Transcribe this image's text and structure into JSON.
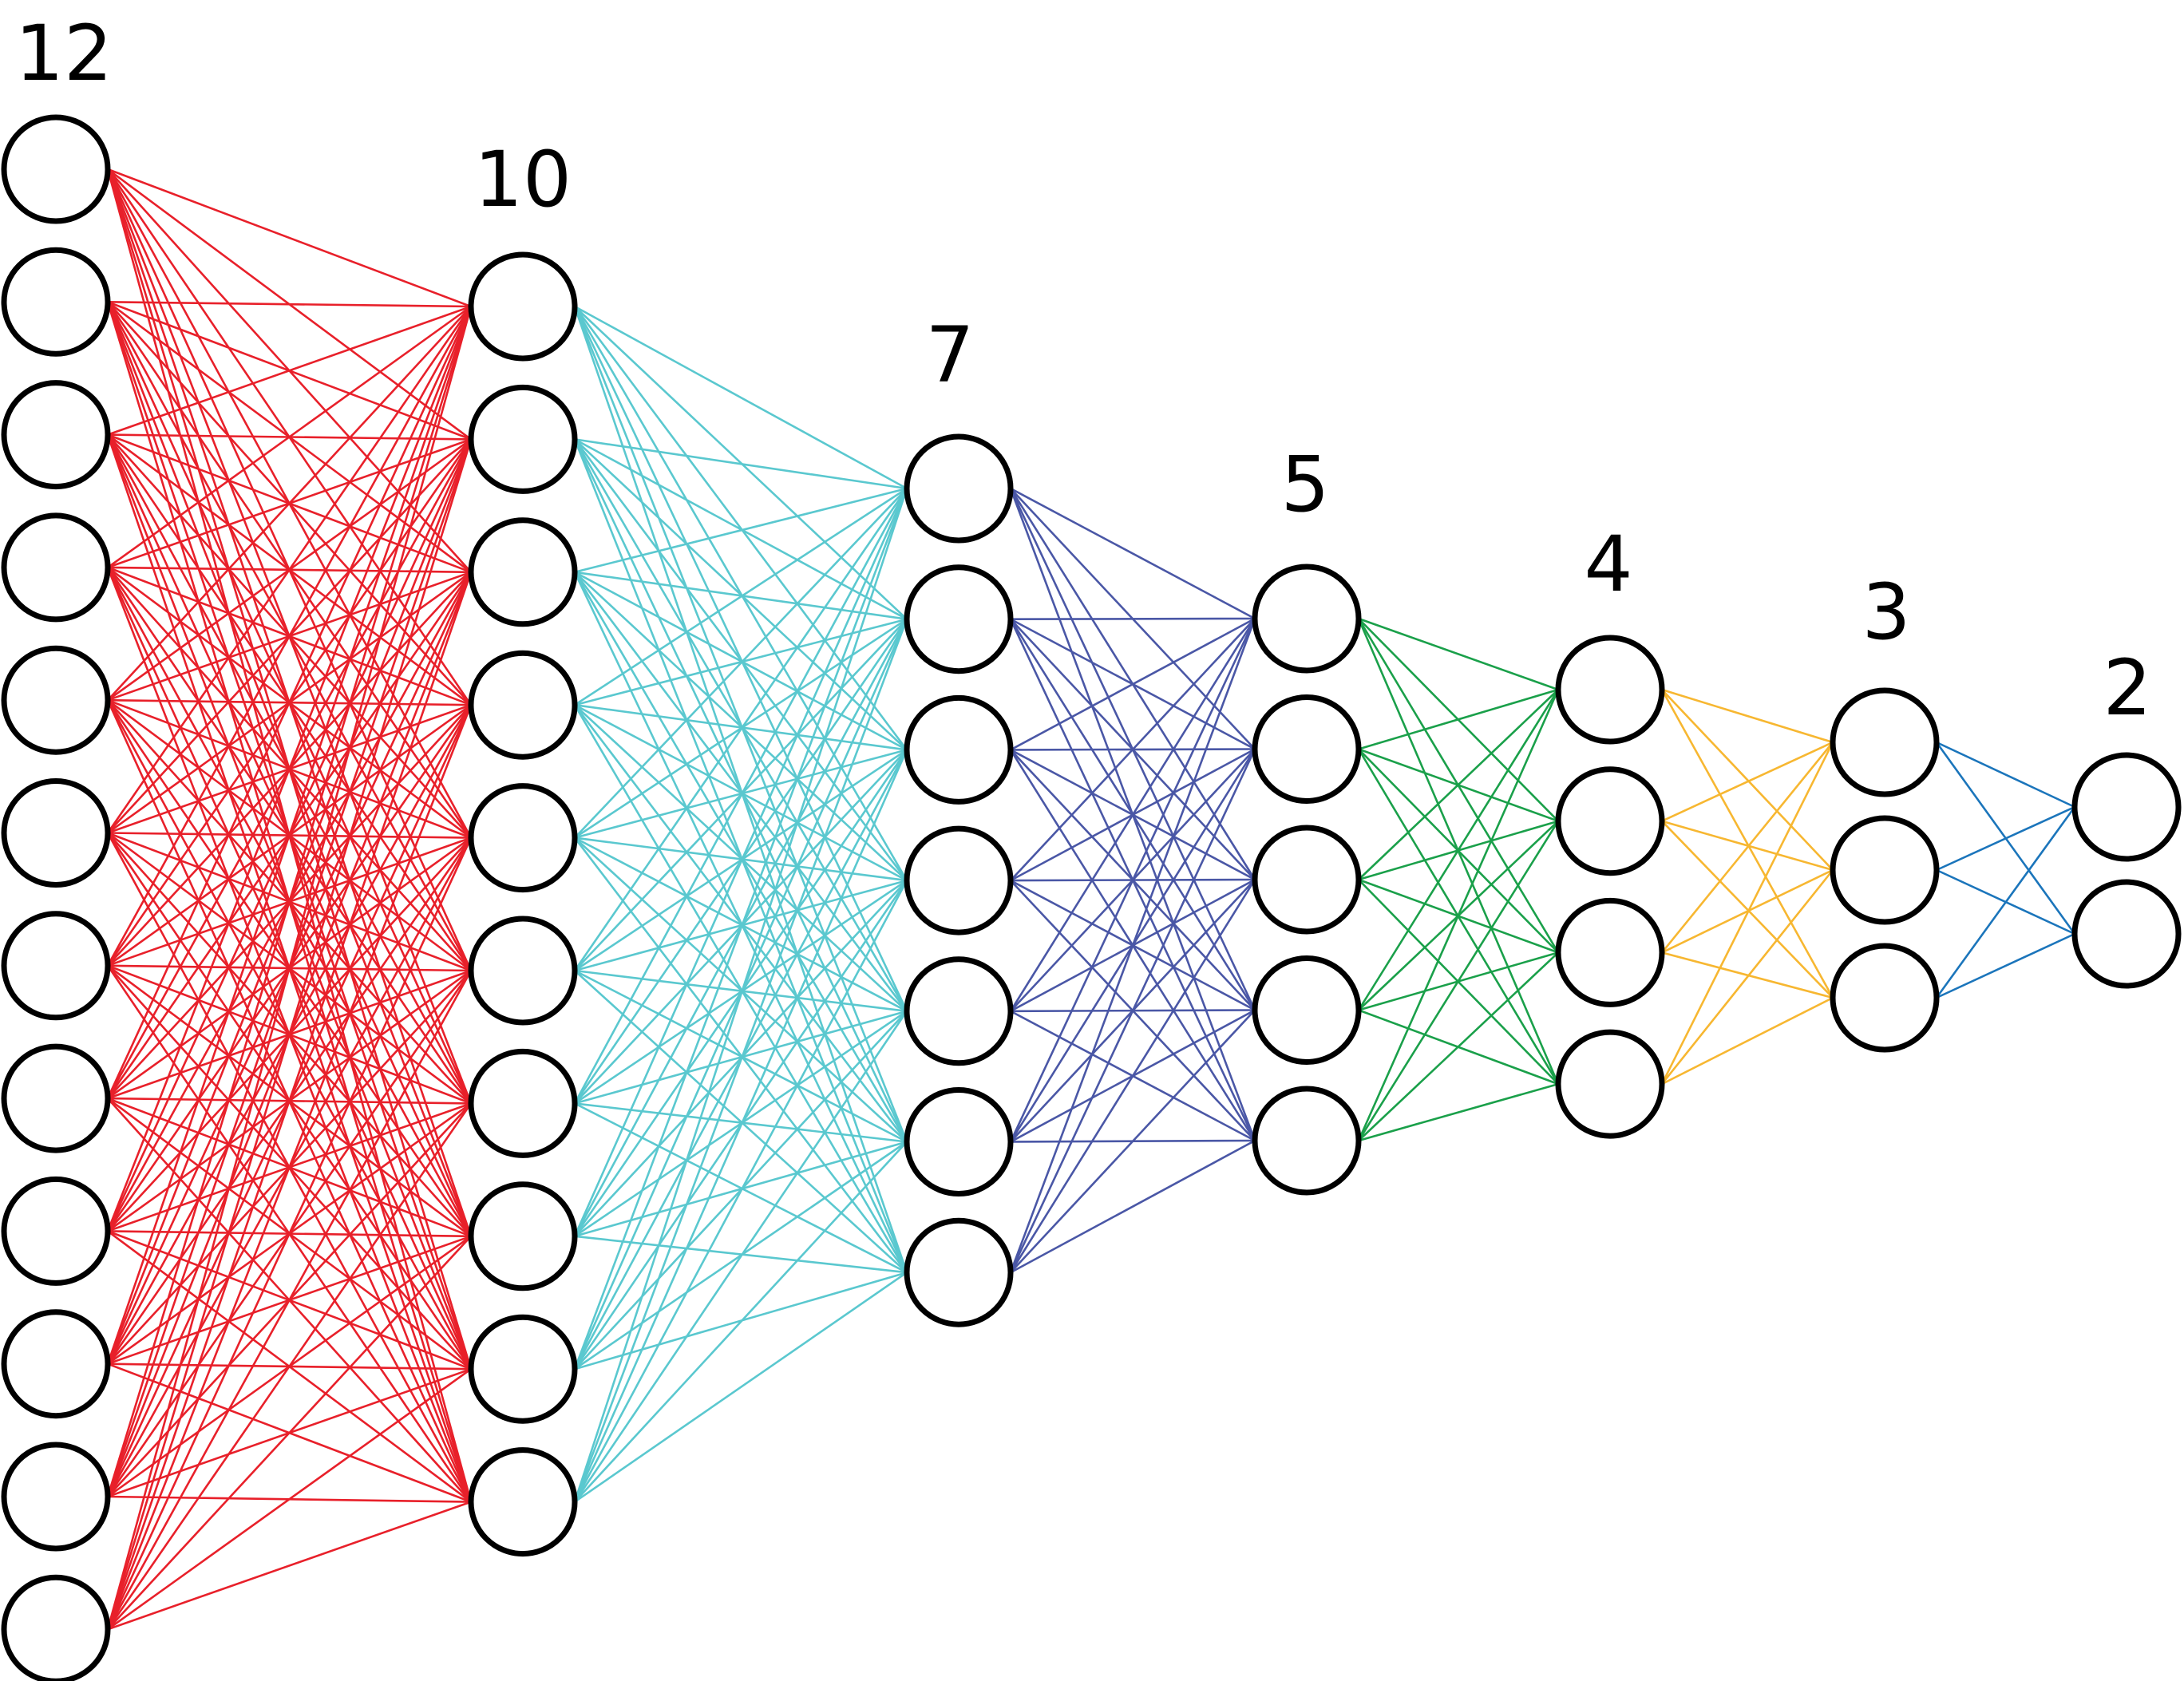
{
  "diagram": {
    "layers": [
      {
        "label": "12",
        "size": 12,
        "edge_color": "#e8202a"
      },
      {
        "label": "10",
        "size": 10,
        "edge_color": "#5ac8cf"
      },
      {
        "label": "7",
        "size": 7,
        "edge_color": "#4a57a6"
      },
      {
        "label": "5",
        "size": 5,
        "edge_color": "#1aa04a"
      },
      {
        "label": "4",
        "size": 4,
        "edge_color": "#f7b731"
      },
      {
        "label": "3",
        "size": 3,
        "edge_color": "#1b75bb"
      },
      {
        "label": "2",
        "size": 2,
        "edge_color": null
      }
    ]
  }
}
